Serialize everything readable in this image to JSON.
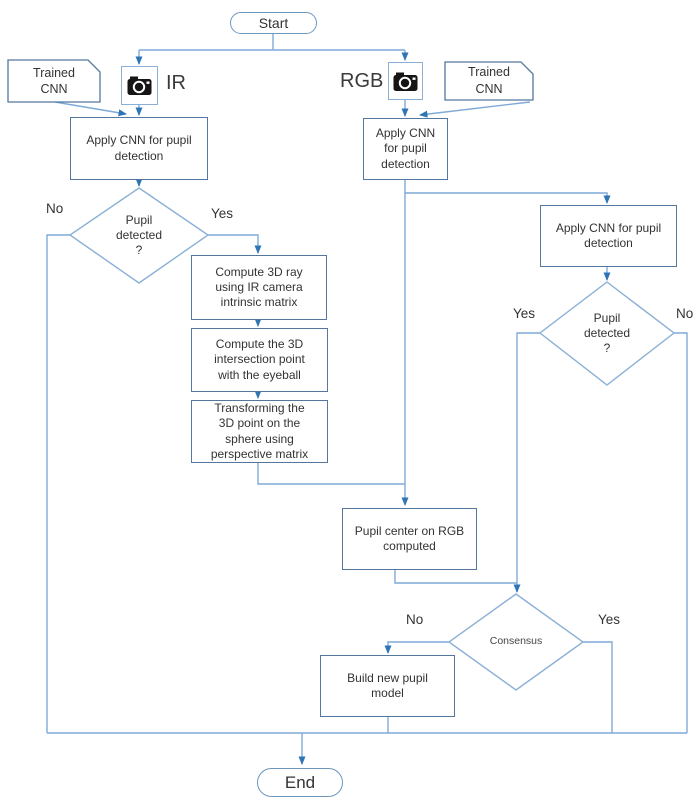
{
  "colors": {
    "line": "#7faad8",
    "arrowhead": "#2e75b6",
    "process_border": "#54779e",
    "shape_border": "#8ab0d6",
    "text": "#333333",
    "camera_icon": "#151515",
    "background": "#ffffff"
  },
  "nodes": {
    "start": "Start",
    "end": "End",
    "trained_cnn_ir": "Trained\nCNN",
    "trained_cnn_rgb": "Trained\nCNN",
    "camera_ir_label": "IR",
    "camera_rgb_label": "RGB",
    "apply_cnn_ir": "Apply CNN for pupil\ndetection",
    "apply_cnn_rgb": "Apply CNN\nfor pupil\ndetection",
    "apply_cnn_rgb2": "Apply CNN for pupil\ndetection",
    "pupil_detected_ir": "Pupil\ndetected\n?",
    "pupil_detected_rgb": "Pupil\ndetected\n?",
    "compute_ray": "Compute 3D ray\nusing IR camera\nintrinsic matrix",
    "compute_intersection": "Compute the 3D\nintersection point\nwith the eyeball",
    "transform_point": "Transforming the\n3D point on the\nsphere using\nperspective matrix",
    "pupil_center": "Pupil center on RGB\ncomputed",
    "consensus": "Consensus",
    "build_model": "Build new pupil\nmodel"
  },
  "edge_labels": {
    "ir_no": "No",
    "ir_yes": "Yes",
    "rgb_yes": "Yes",
    "rgb_no": "No",
    "consensus_no": "No",
    "consensus_yes": "Yes"
  }
}
